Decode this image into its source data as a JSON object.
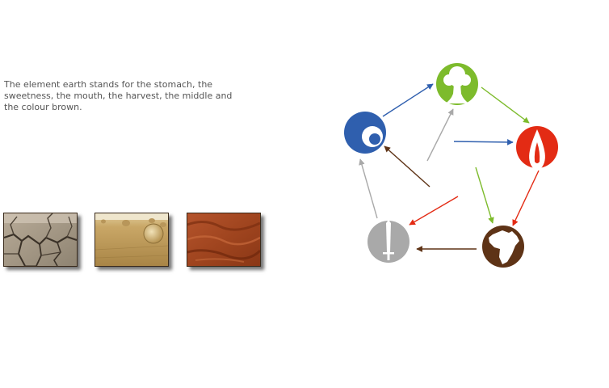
{
  "description": {
    "text": "The element earth stands for the stomach, the sweetness, the mouth, the harvest, the middle and the colour brown."
  },
  "photos": [
    {
      "name": "cracked-earth-photo"
    },
    {
      "name": "hay-bales-photo"
    },
    {
      "name": "red-soil-photo"
    }
  ],
  "cycle": {
    "elements": [
      {
        "id": "water",
        "icon": "water-wave-icon",
        "color": "#2f5fae"
      },
      {
        "id": "wood",
        "icon": "tree-icon",
        "color": "#7dbb2c"
      },
      {
        "id": "fire",
        "icon": "flame-icon",
        "color": "#e32b14"
      },
      {
        "id": "earth",
        "icon": "africa-map-icon",
        "color": "#5e3316"
      },
      {
        "id": "metal",
        "icon": "sword-icon",
        "color": "#a9a9a9"
      }
    ],
    "generating_arrows": [
      {
        "from": "water",
        "to": "wood",
        "color": "#2f5fae"
      },
      {
        "from": "wood",
        "to": "fire",
        "color": "#7dbb2c"
      },
      {
        "from": "fire",
        "to": "earth",
        "color": "#e32b14"
      },
      {
        "from": "earth",
        "to": "metal",
        "color": "#5e3316"
      },
      {
        "from": "metal",
        "to": "water",
        "color": "#a9a9a9"
      }
    ],
    "controlling_arrows": [
      {
        "from": "water",
        "to": "fire",
        "color": "#2f5fae"
      },
      {
        "from": "fire",
        "to": "metal",
        "color": "#e32b14"
      },
      {
        "from": "metal",
        "to": "wood",
        "color": "#a9a9a9"
      },
      {
        "from": "wood",
        "to": "earth",
        "color": "#7dbb2c"
      },
      {
        "from": "earth",
        "to": "water",
        "color": "#5e3316"
      }
    ]
  }
}
